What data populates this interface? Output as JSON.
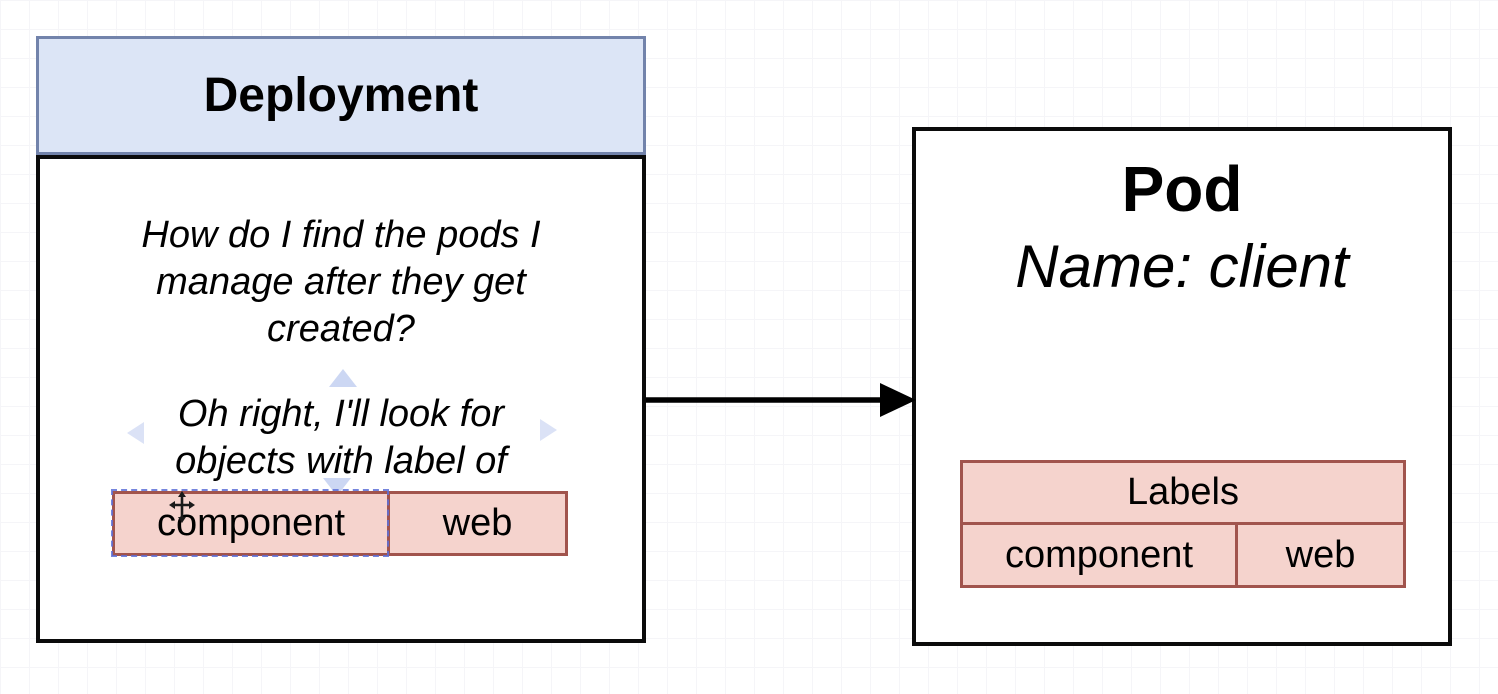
{
  "diagram": {
    "deployment": {
      "title": "Deployment",
      "question_lines": [
        "How do I find the pods I",
        "manage after they get",
        "created?"
      ],
      "answer_lines": [
        "Oh right, I'll look for",
        "objects with label of"
      ],
      "label": {
        "key": "component",
        "value": "web"
      }
    },
    "pod": {
      "title": "Pod",
      "name": "Name: client",
      "labels": {
        "header": "Labels",
        "key": "component",
        "value": "web"
      }
    }
  },
  "colors": {
    "deployment_header_fill": "#dce5f6",
    "deployment_header_border": "#7283ab",
    "node_border": "#0b0b0b",
    "label_cell_fill": "#f5d3cd",
    "label_cell_border": "#a1544d",
    "hover_arrow": "#ccd7f3",
    "selection_dash": "#5d70d8",
    "connector": "#000000",
    "grid_line": "#f5f5f8"
  }
}
